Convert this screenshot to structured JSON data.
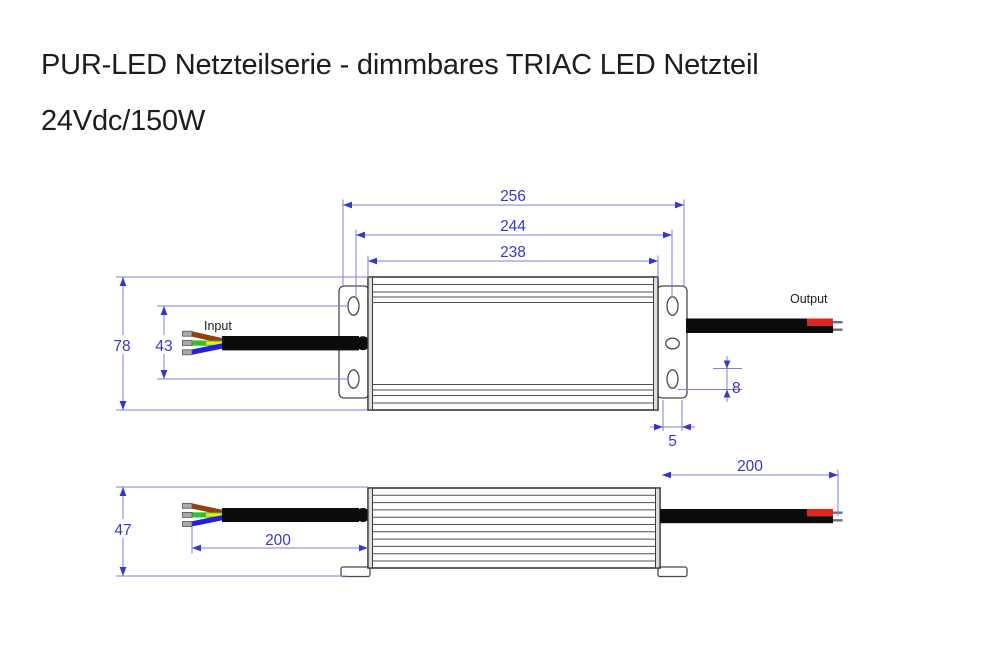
{
  "page": {
    "title_line1": "PUR-LED Netzteilserie - dimmbares TRIAC LED Netzteil",
    "title_line2": "24Vdc/150W"
  },
  "drawing": {
    "labels": {
      "input": "Input",
      "output": "Output"
    },
    "top_view": {
      "overall_length": "256",
      "hole_spacing_length": "244",
      "body_length": "238",
      "bracket_height": "78",
      "hole_spacing_height": "43",
      "slot_height": "8",
      "slot_width": "5"
    },
    "side_view": {
      "overall_height": "47",
      "input_cable_length": "200",
      "output_cable_length": "200"
    },
    "colors": {
      "dimension-text": "#3737ce",
      "dimension-line": "#7d7de0",
      "outline": "#4a4a4a",
      "cable": "#0c0c0c",
      "wire-brown": "#93400f",
      "wire-green": "#2fc12f",
      "wire-yellow": "#f2ea00",
      "wire-blue": "#2121dd",
      "wire-red": "#de2721",
      "ferrule": "#ababab",
      "wire-tip": "#6e6e6e",
      "title-text": "#1d1d1d"
    }
  }
}
